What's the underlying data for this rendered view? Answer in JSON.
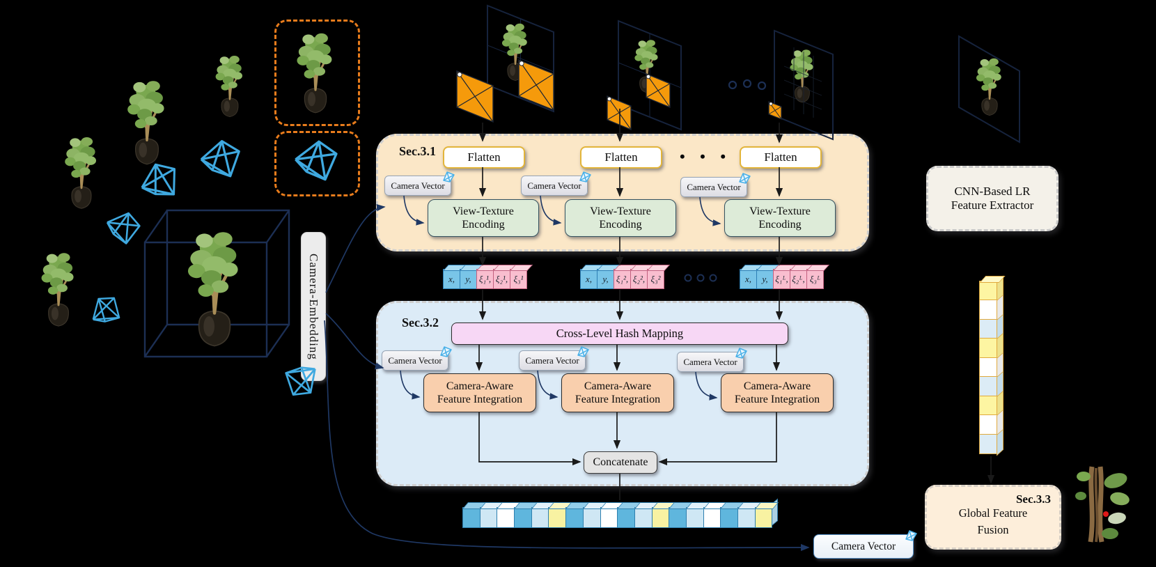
{
  "diagram": {
    "camera_embedding": "Camera-Embedding",
    "sec31": {
      "label": "Sec.3.1",
      "dots": "• • •",
      "columns": [
        {
          "flatten": "Flatten",
          "camera_vector": "Camera Vector",
          "enc1": "View-Texture",
          "enc2": "Encoding"
        },
        {
          "flatten": "Flatten",
          "camera_vector": "Camera Vector",
          "enc1": "View-Texture",
          "enc2": "Encoding"
        },
        {
          "flatten": "Flatten",
          "camera_vector": "Camera Vector",
          "enc1": "View-Texture",
          "enc2": "Encoding"
        }
      ]
    },
    "tokens": {
      "cell_colors": [
        "blue",
        "blue",
        "pink",
        "pink",
        "pink"
      ],
      "groups": [
        {
          "cells": [
            "x,",
            "y,",
            "ξ₁¹,",
            "ξ₂¹,",
            "ξ₃¹"
          ]
        },
        {
          "cells": [
            "x,",
            "y,",
            "ξ₁²,",
            "ξ₂²,",
            "ξ₃²"
          ]
        },
        {
          "cells": [
            "x,",
            "y,",
            "ξ₁ᴸ,",
            "ξ₂ᴸ,",
            "ξ₃ᴸ"
          ]
        }
      ]
    },
    "sec32": {
      "label": "Sec.3.2",
      "hash_mapping": "Cross-Level Hash Mapping",
      "concatenate": "Concatenate",
      "columns": [
        {
          "camera_vector": "Camera Vector",
          "int1": "Camera-Aware",
          "int2": "Feature Integration"
        },
        {
          "camera_vector": "Camera Vector",
          "int1": "Camera-Aware",
          "int2": "Feature Integration"
        },
        {
          "camera_vector": "Camera Vector",
          "int1": "Camera-Aware",
          "int2": "Feature Integration"
        }
      ]
    },
    "feature_bar": {
      "cells": [
        "blue",
        "lightblue",
        "white",
        "blue",
        "lightblue",
        "yellow",
        "blue",
        "lightblue",
        "white",
        "blue",
        "lightblue",
        "yellow",
        "blue",
        "lightblue",
        "white",
        "blue",
        "lightblue",
        "yellow"
      ]
    },
    "camera_vector_bottom": "Camera Vector",
    "cnn_box": {
      "line1": "CNN-Based LR",
      "line2": "Feature Extractor"
    },
    "feature_column": {
      "cells": [
        "yellow",
        "white",
        "lightblue",
        "yellow",
        "white",
        "lightblue",
        "yellow",
        "white",
        "lightblue"
      ]
    },
    "sec33": {
      "label": "Sec.3.3",
      "line1": "Global Feature",
      "line2": "Fusion"
    }
  },
  "colors": {
    "sec31_fill": "#fbe7c7",
    "sec32_fill": "#dcebf7",
    "flatten_border": "#e3b53a",
    "encoder_fill": "#ddebd8",
    "hash_fill": "#f7d7f5",
    "integration_fill": "#f9cfad",
    "token_blue": "#79c5e8",
    "token_pink": "#f9becf",
    "bar_blue": "#5fb6dd",
    "bar_lightblue": "#cfe7f4",
    "bar_yellow": "#f8f2a2",
    "column_yellow": "#fdf5a2",
    "column_lightblue": "#dcecf6",
    "frustum_stroke": "#3fa9e0",
    "cube_stroke": "#1c2f54",
    "patch_orange": "#f59a0b",
    "dashed_orange": "#e87c1c",
    "arrow_black": "#1a1a1a",
    "arrow_navy": "#1f3864"
  }
}
